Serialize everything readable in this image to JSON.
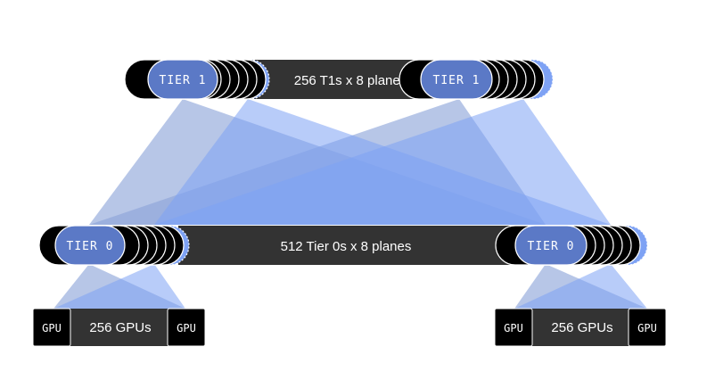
{
  "diagram": {
    "tier1_bar": {
      "label": "256 T1s x 8 planes"
    },
    "tier0_bar": {
      "label": "512 Tier 0s x 8 planes"
    },
    "tier1_nodes": [
      {
        "label": "TIER 1"
      },
      {
        "label": "TIER 1"
      }
    ],
    "tier0_nodes": [
      {
        "label": "TIER 0"
      },
      {
        "label": "TIER 0"
      }
    ],
    "gpu_groups": [
      {
        "label": "256 GPUs",
        "left_chip": "GPU",
        "right_chip": "GPU"
      },
      {
        "label": "256 GPUs",
        "left_chip": "GPU",
        "right_chip": "GPU"
      }
    ],
    "colors": {
      "node_fill": "#5b79c6",
      "bar_fill": "#333333",
      "gpu_chip": "#000000",
      "link_a": "#8aa3d9",
      "link_b": "#7ea2f4"
    }
  }
}
